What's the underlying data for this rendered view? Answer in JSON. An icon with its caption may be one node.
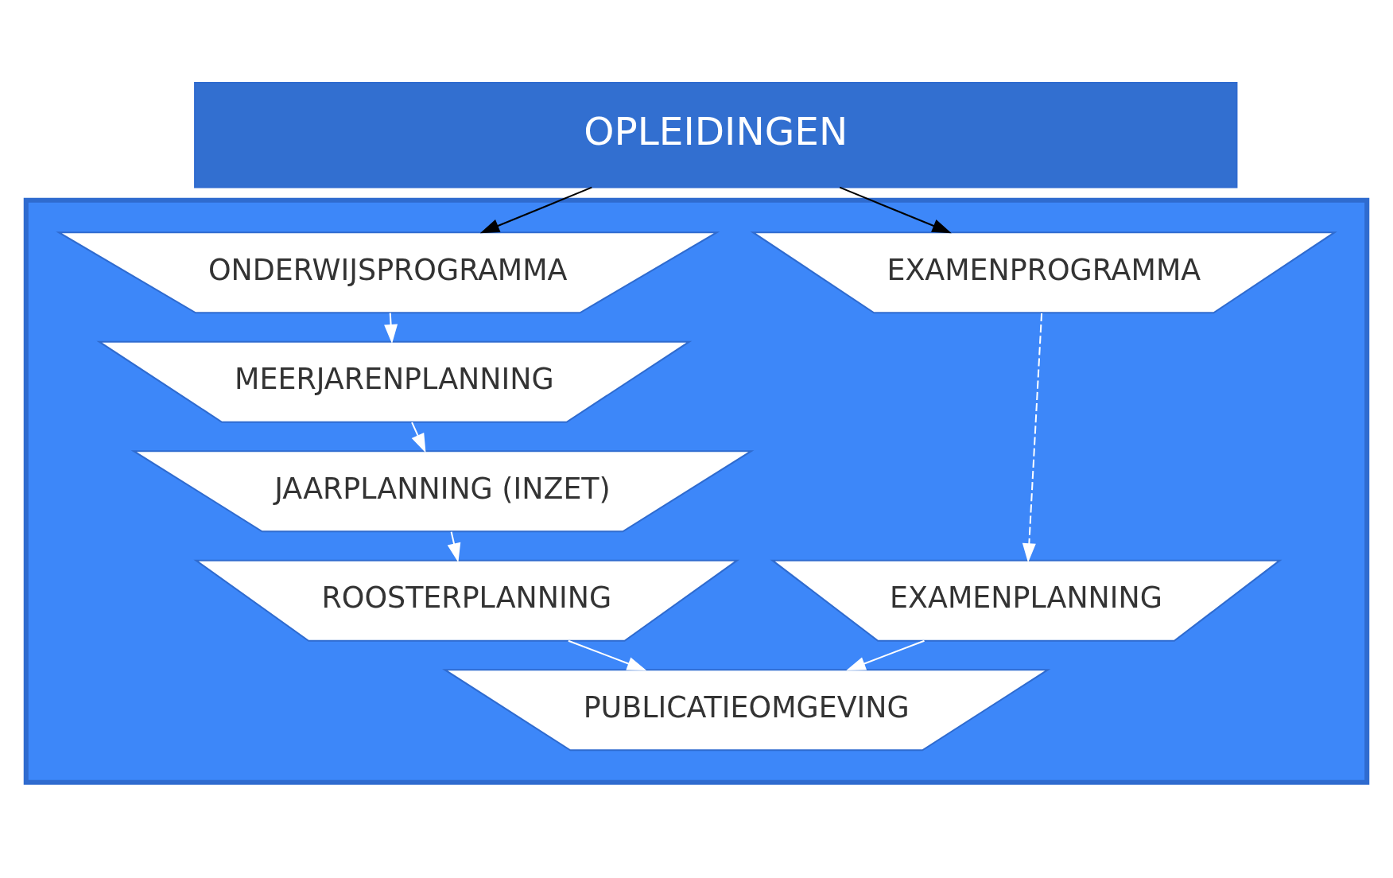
{
  "diagram": {
    "nodes": [
      {
        "text": [
          "OPLEIDINGEN"
        ]
      },
      {
        "text": [],
        "shape": "box"
      },
      {
        "text": [
          "ONDERWIJSPROGRAMMA"
        ],
        "in": 1
      },
      {
        "text": [
          "EXAMENPROGRAMMA"
        ],
        "in": 1
      },
      {
        "text": [
          "MEERJARENPLANNING"
        ],
        "in": 1
      },
      {
        "text": [
          "JAARPLANNING (INZET)"
        ],
        "in": 1
      },
      {
        "text": [
          "ROOSTERPLANNING"
        ],
        "in": 1
      },
      {
        "text": [
          "EXAMENPLANNING"
        ],
        "in": 1
      },
      {
        "text": [
          "PUBLICATIEOMGEVING"
        ],
        "in": 1
      }
    ],
    "edges": [
      {
        "from": 0,
        "to": 2,
        "arrow": "to",
        "color": "#000000"
      },
      {
        "from": 0,
        "to": 3,
        "arrow": "to",
        "color": "#000000"
      },
      {
        "from": 2,
        "to": 4,
        "arrow": "to"
      },
      {
        "from": 4,
        "to": 5,
        "arrow": "to"
      },
      {
        "from": 5,
        "to": 6,
        "arrow": "to"
      },
      {
        "from": 3,
        "to": 7,
        "arrow": "to",
        "style": "dashed"
      },
      {
        "from": 6,
        "to": 8,
        "arrow": "to"
      },
      {
        "from": 7,
        "to": 8,
        "arrow": "to"
      }
    ]
  }
}
